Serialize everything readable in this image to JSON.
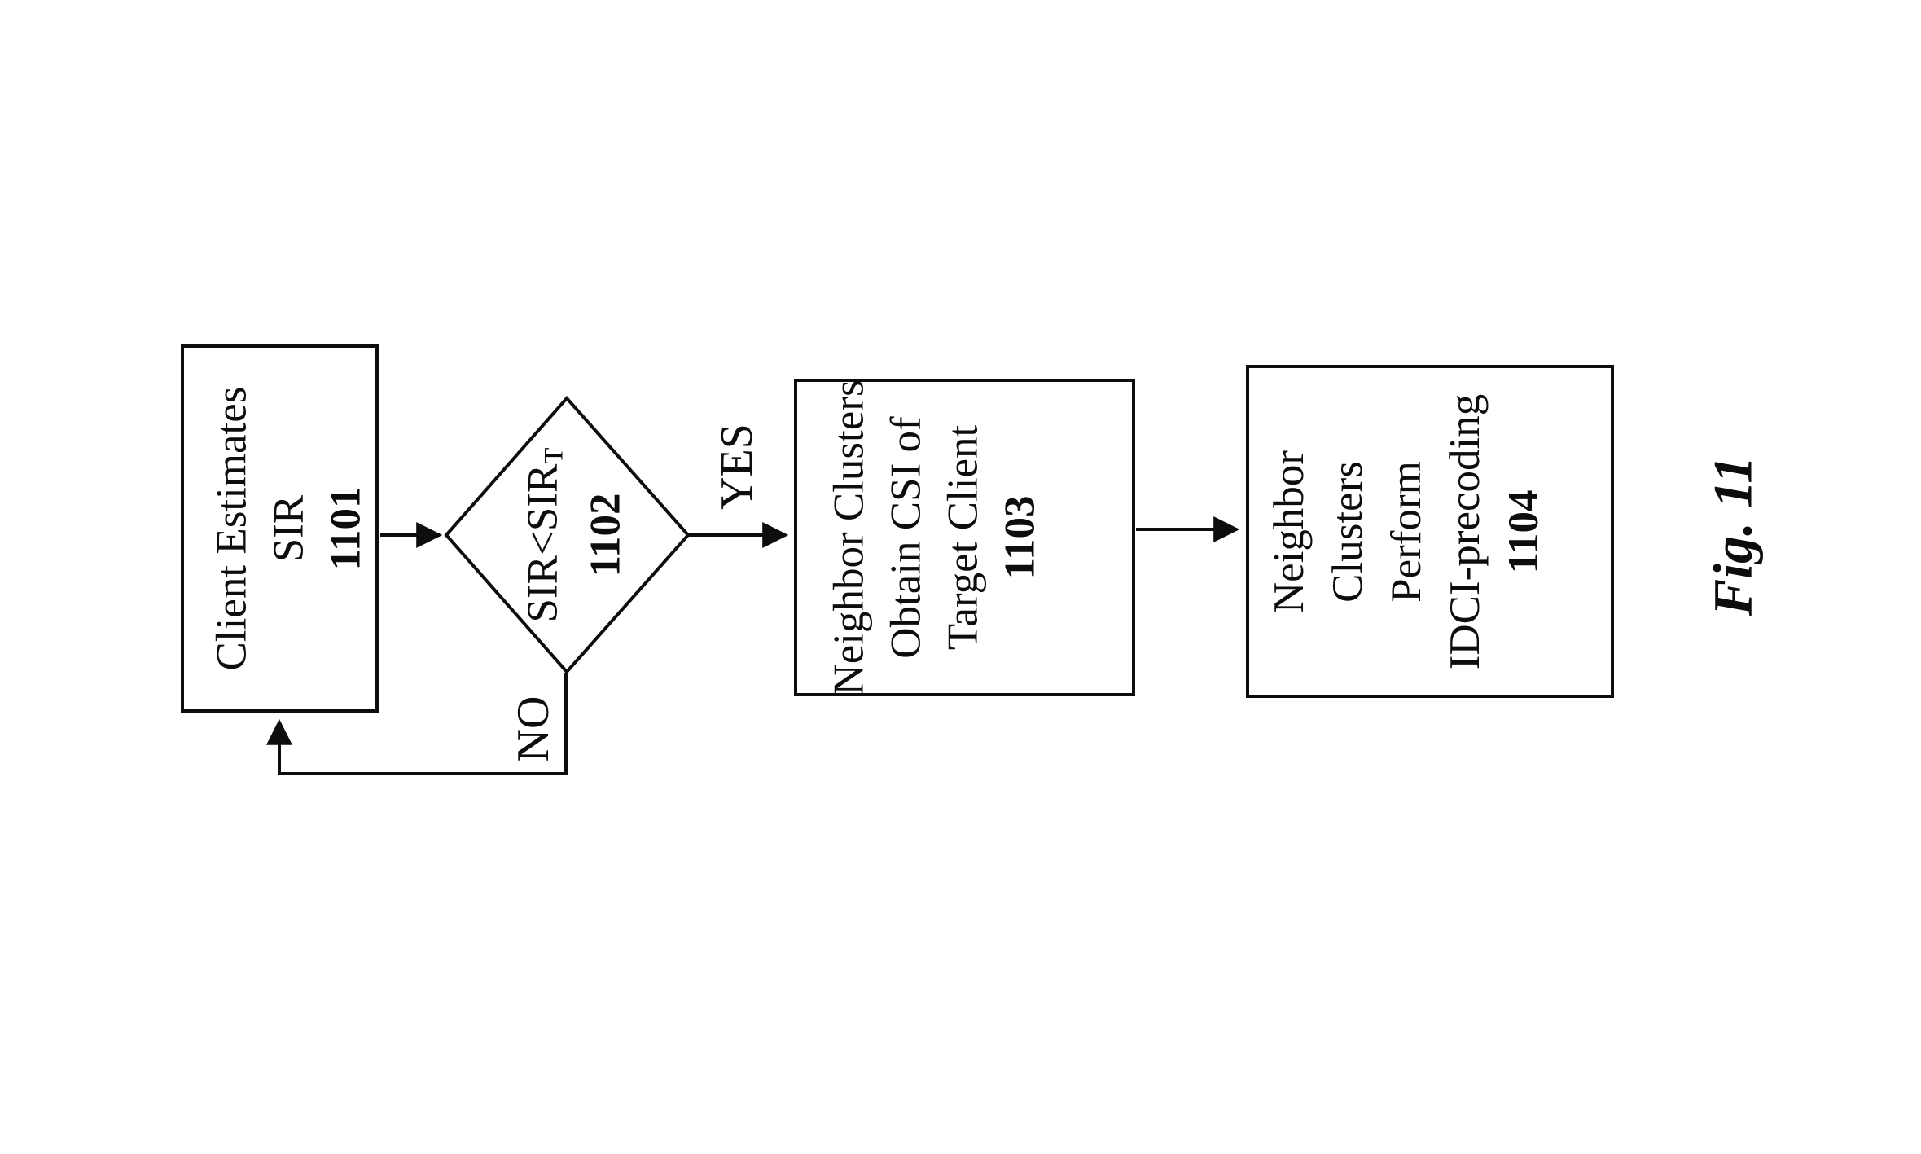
{
  "figure": {
    "caption": "Fig. 11"
  },
  "nodes": {
    "box1101": {
      "line1": "Client Estimates",
      "line2": "SIR",
      "ref": "1101"
    },
    "diamond1102": {
      "cond_main": "SIR<SIR",
      "cond_sub": "T",
      "ref": "1102"
    },
    "box1103": {
      "line1": "Neighbor Clusters",
      "line2": "Obtain CSI of",
      "line3": "Target Client",
      "ref": "1103"
    },
    "box1104": {
      "line1": "Neighbor",
      "line2": "Clusters",
      "line3": "Perform",
      "line4": "IDCI-precoding",
      "ref": "1104"
    }
  },
  "edges": {
    "yes_label": "YES",
    "no_label": "NO"
  },
  "colors": {
    "ink": "#0d0d0d",
    "paper": "#ffffff"
  }
}
